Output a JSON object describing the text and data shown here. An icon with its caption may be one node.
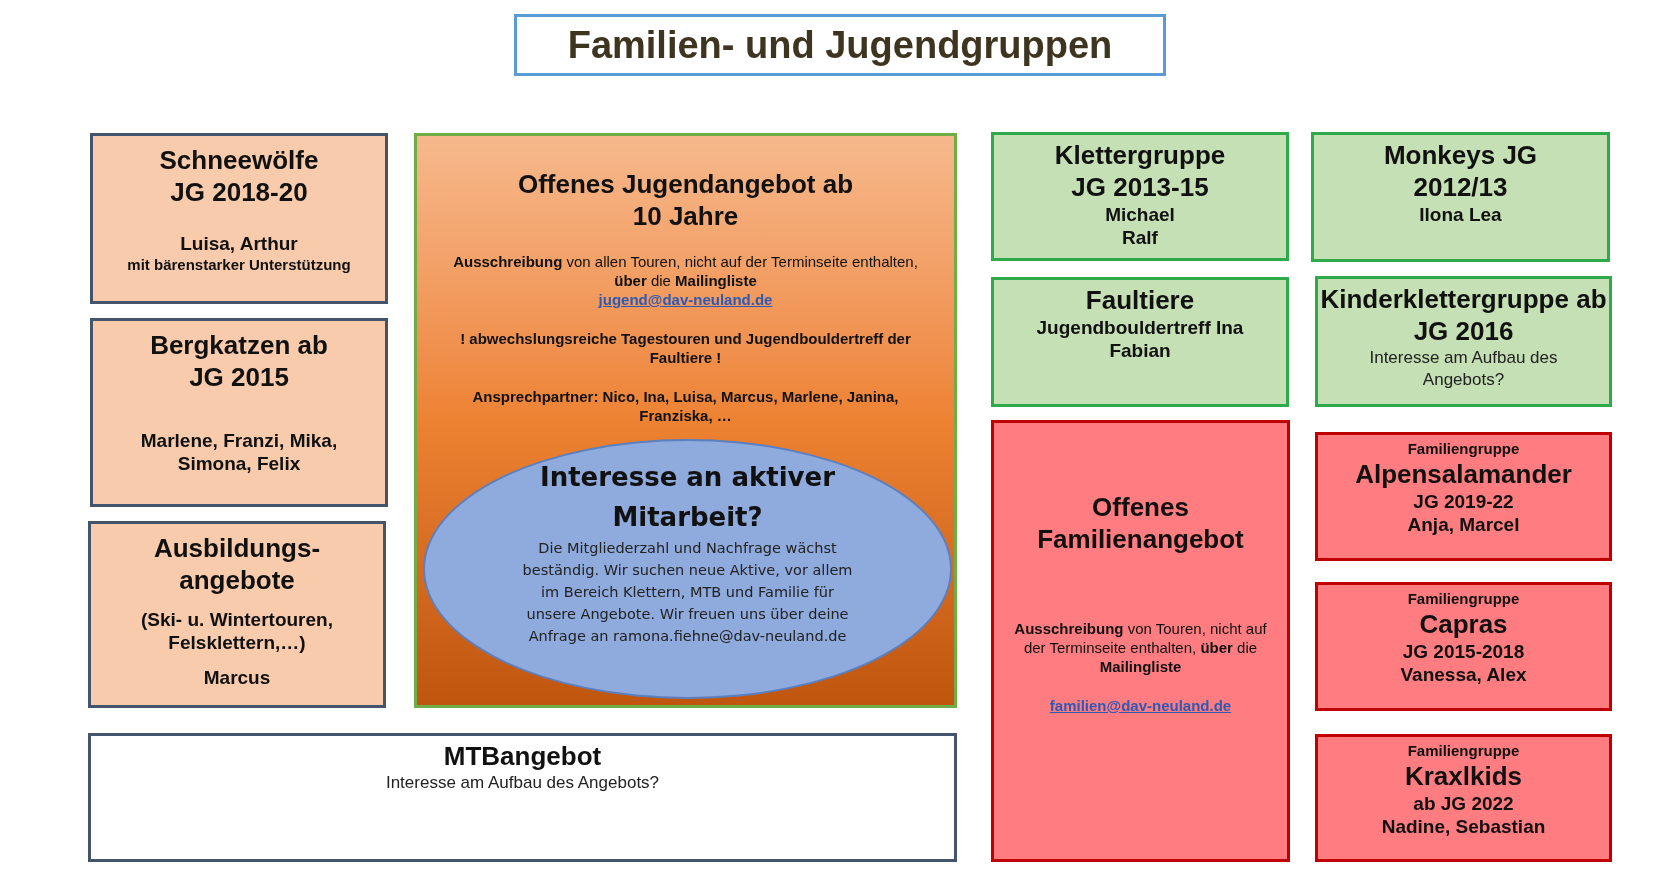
{
  "diagram": {
    "title": "Familien- und Jugendgruppen",
    "nodes": [
      {
        "text": [
          "Schneewölfe JG 2018-20",
          "Luisa, Arthur",
          "mit bärenstarker Unterstützung"
        ]
      },
      {
        "text": [
          "Bergkatzen ab JG 2015",
          "Marlene, Franzi, Mika, Simona, Felix"
        ]
      },
      {
        "text": [
          "Ausbildungs- angebote",
          "(Ski- u. Wintertouren, Felsklettern,…)",
          "Marcus"
        ]
      },
      {
        "text": [
          "Offenes Jugendangebot ab 10 Jahre",
          "**Ausschreibung** von allen Touren, nicht auf der Terminseite enthalten, **über** die **Mailingliste**",
          "jugend@dav-neuland.de",
          "! abwechslungsreiche Tagestouren und Jugendbouldertreff der Faultiere !",
          "Ansprechpartner: Nico, Ina, Luisa, Marcus, Marlene, Janina, Franziska, …"
        ]
      },
      {
        "text": [
          "Interesse an aktiver Mitarbeit?",
          "Die Mitgliederzahl und Nachfrage wächst beständig. Wir suchen neue Aktive, vor allem im Bereich Klettern, MTB und Familie für unsere Angebote. Wir freuen uns über deine Anfrage an ramona.fiehne@dav-neuland.de"
        ],
        "in": 3
      },
      {
        "text": [
          "MTBangebot",
          "Interesse am Aufbau des Angebots?"
        ]
      },
      {
        "text": [
          "Klettergruppe JG 2013-15",
          "Michael Ralf"
        ]
      },
      {
        "text": [
          "Monkeys JG 2012/13",
          "Ilona Lea"
        ]
      },
      {
        "text": [
          "Faultiere",
          "Jugendbouldertreff Ina Fabian"
        ]
      },
      {
        "text": [
          "Kinderklettergruppe ab JG 2016",
          "Interesse am Aufbau des Angebots?"
        ]
      },
      {
        "text": [
          "Offenes Familienangebot",
          "**Ausschreibung** von Touren, nicht auf der Terminseite enthalten, **über** die **Mailingliste**",
          "familien@dav-neuland.de"
        ]
      },
      {
        "text": [
          "Familiengruppe",
          "Alpensalamander",
          "JG 2019-22",
          "Anja, Marcel"
        ]
      },
      {
        "text": [
          "Familiengruppe",
          "Capras",
          "JG 2015-2018",
          "Vanessa, Alex"
        ]
      },
      {
        "text": [
          "Familiengruppe",
          "Kraxlkids",
          "ab JG 2022",
          "Nadine, Sebastian"
        ]
      }
    ],
    "edges": []
  }
}
